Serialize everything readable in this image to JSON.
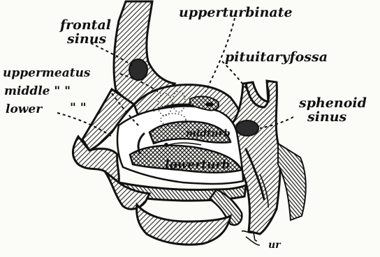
{
  "labels": {
    "frontal_sinus_line1": "frontal",
    "frontal_sinus_line2": "sinus",
    "upper_turbinate": "upperturbinate",
    "pituitary_fossa": "pituitaryfossa",
    "upper_meatus": "uppermeatus",
    "middle_meatus": "middle \" \"",
    "lower_meatus": "lower",
    "lower_meatus_ditto": "\" \"",
    "sphenoid_sinus_line1": "sphenoid",
    "sphenoid_sinus_line2": "sinus",
    "mid_turb": "midturb",
    "lower_turb": "lowerturb",
    "signature": "ur"
  },
  "colors": {
    "ink": "#111111",
    "paper": "#fbfbf8",
    "hatch": "#2a2a2a",
    "cavity": "#ffffff"
  }
}
